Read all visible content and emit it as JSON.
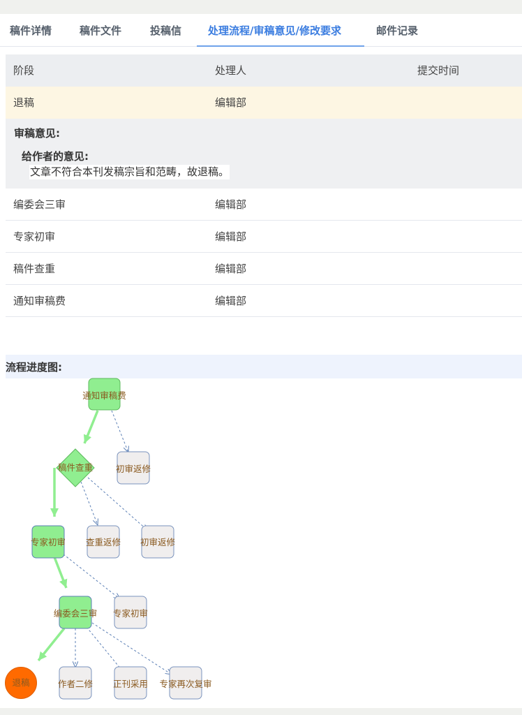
{
  "tabs": [
    {
      "label": "稿件详情",
      "active": false
    },
    {
      "label": "稿件文件",
      "active": false
    },
    {
      "label": "投稿信",
      "active": false
    },
    {
      "label": "处理流程/审稿意见/修改要求",
      "active": true
    },
    {
      "label": "邮件记录",
      "active": false
    }
  ],
  "table": {
    "headers": [
      "阶段",
      "处理人",
      "提交时间"
    ],
    "highlighted_row": {
      "stage": "退稿",
      "handler": "编辑部",
      "time": ""
    },
    "opinion": {
      "title": "审稿意见:",
      "subtitle": "给作者的意见:",
      "text": "文章不符合本刊发稿宗旨和范畴，故退稿。"
    },
    "rows": [
      {
        "stage": "编委会三审",
        "handler": "编辑部",
        "time": ""
      },
      {
        "stage": "专家初审",
        "handler": "编辑部",
        "time": ""
      },
      {
        "stage": "稿件查重",
        "handler": "编辑部",
        "time": ""
      },
      {
        "stage": "通知审稿费",
        "handler": "编辑部",
        "time": ""
      }
    ]
  },
  "flow": {
    "title": "流程进度图:",
    "colors": {
      "done": "#90ee90",
      "pending": "#f0eeee",
      "current": "#ff6a00",
      "path": "#90ee90",
      "branch": "#5b7fb5"
    },
    "nodes": {
      "n1": "通知审稿费",
      "n2": "稿件查重",
      "n3": "初审返修",
      "n4": "专家初审",
      "n5": "查重返修",
      "n6": "初审返修",
      "n7": "编委会三审",
      "n8": "专家初审",
      "n9": "退稿",
      "n10": "作者二修",
      "n11": "正刊采用",
      "n12": "专家再次复审"
    }
  }
}
